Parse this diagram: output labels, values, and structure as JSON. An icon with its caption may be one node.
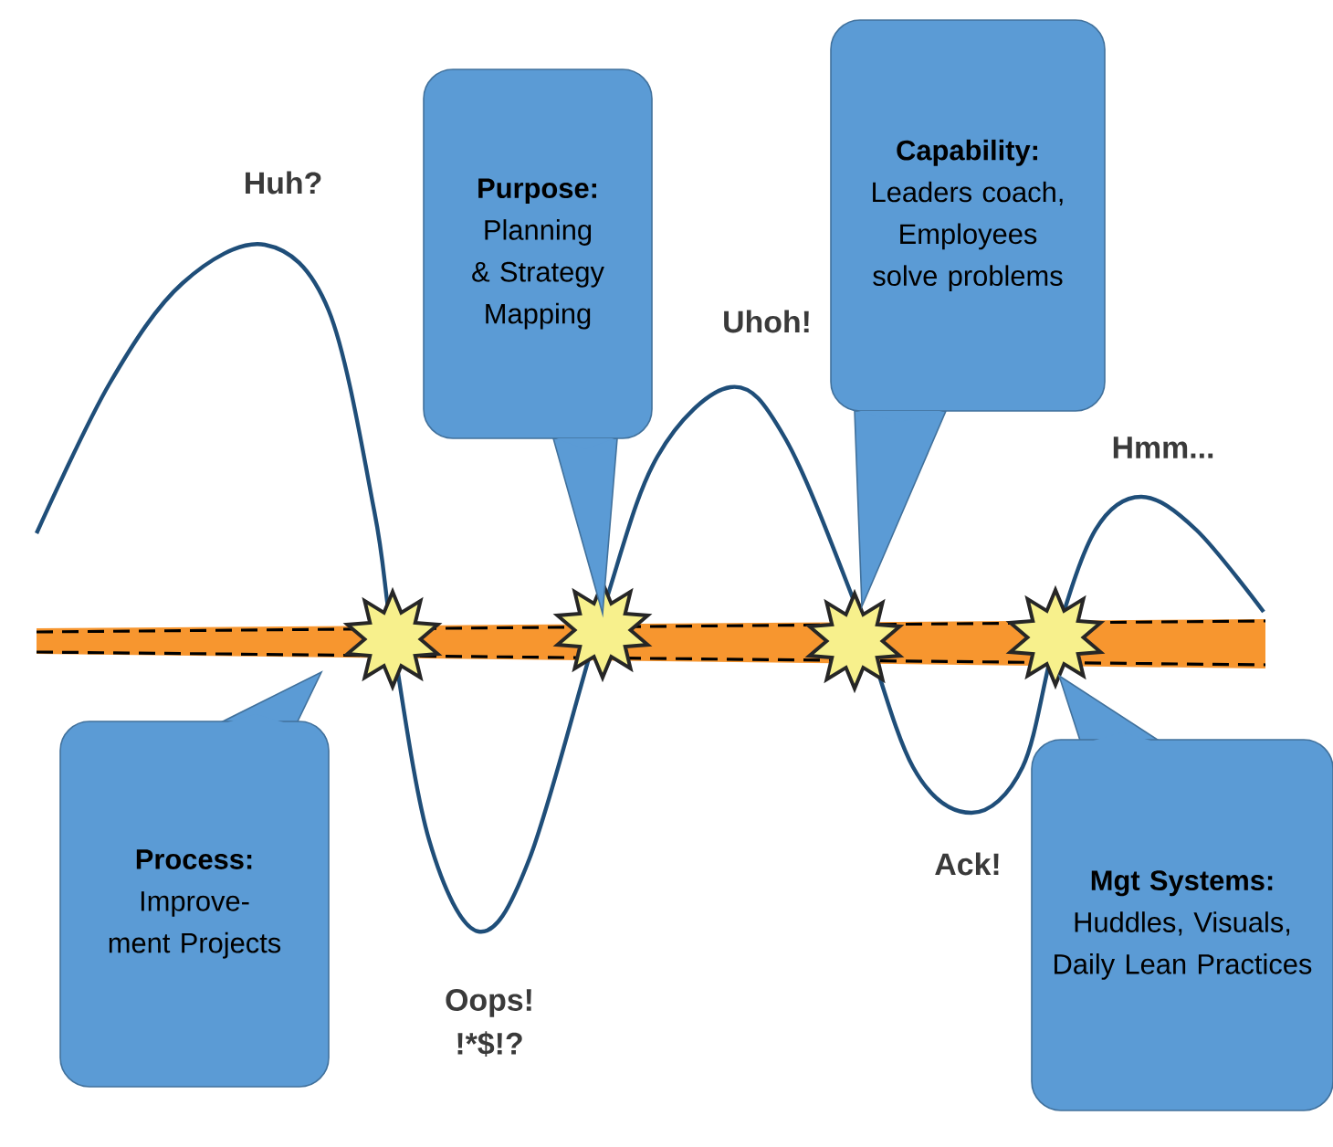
{
  "diagram": {
    "nodes": [
      {
        "text": [
          "Purpose:",
          "Planning & Strategy Mapping"
        ]
      },
      {
        "text": [
          "Capability:",
          "Leaders coach, Employees solve problems"
        ]
      },
      {
        "text": [
          "Process:",
          "Improve- ment Projects"
        ]
      },
      {
        "text": [
          "Mgt Systems:",
          "Huddles, Visuals, Daily Lean Practices"
        ]
      }
    ],
    "labels": [
      "Huh?",
      "Uhoh!",
      "Hmm...",
      "Oops! !*$!?",
      "Ack!"
    ]
  }
}
